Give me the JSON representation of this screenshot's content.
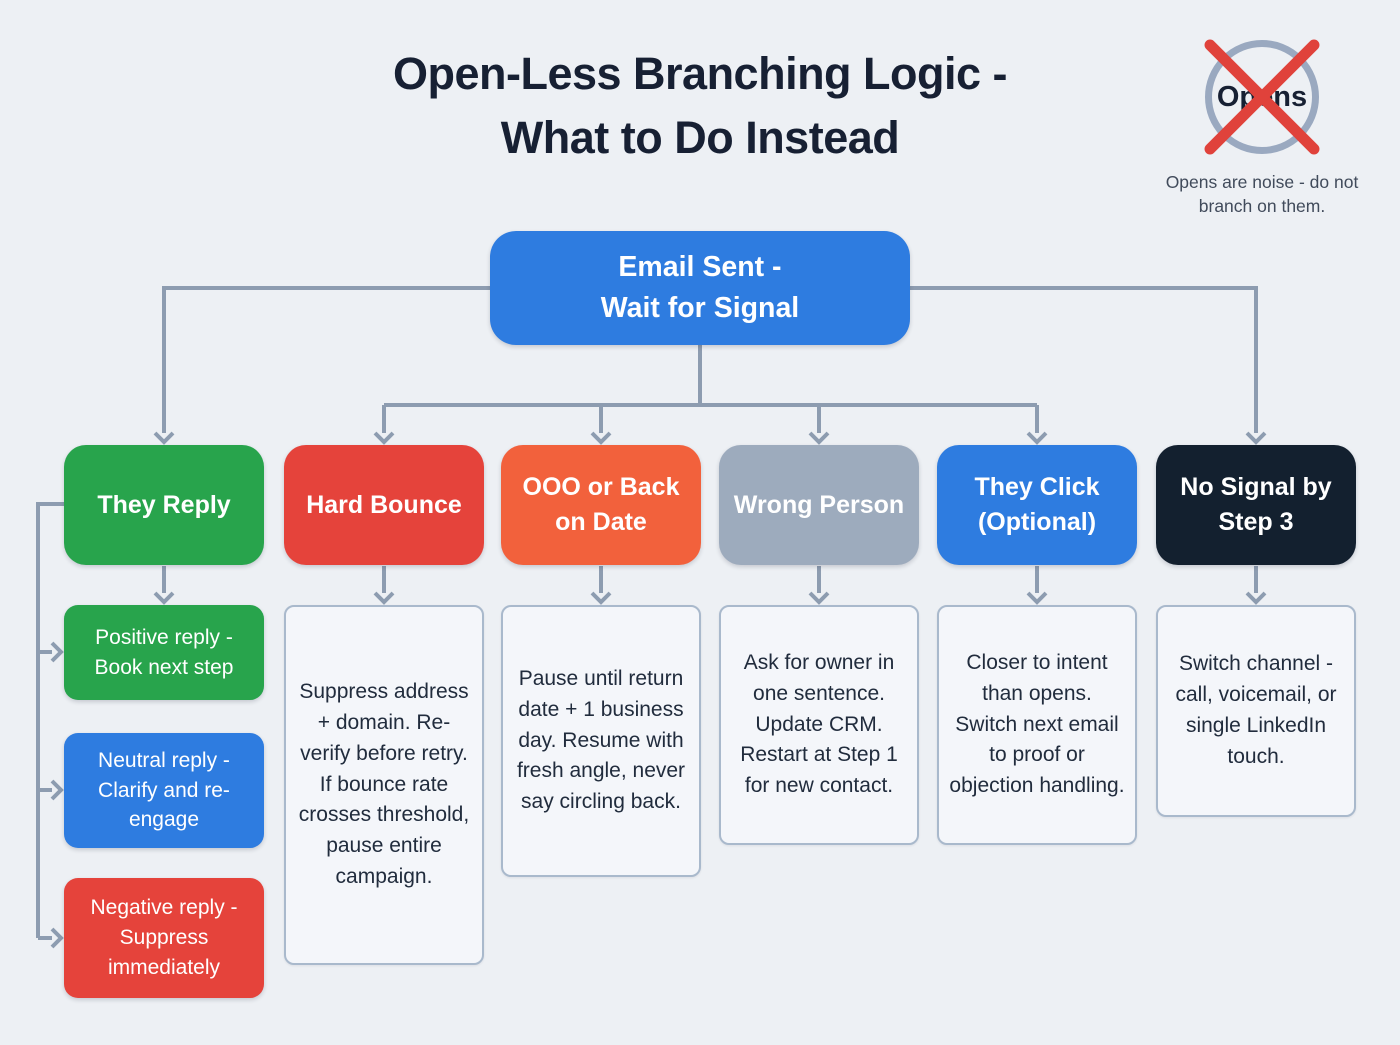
{
  "title": {
    "line1": "Open-Less Branching Logic -",
    "line2": "What to Do Instead"
  },
  "opens_badge": {
    "label": "Opens",
    "caption": "Opens are noise - do not branch on them."
  },
  "root": {
    "line1": "Email Sent -",
    "line2": "Wait for Signal"
  },
  "branches": [
    {
      "label": "They Reply",
      "color": "#28a44c",
      "children": [
        {
          "label": "Positive reply - Book next step",
          "color": "#28a44c"
        },
        {
          "label": "Neutral reply - Clarify and re-engage",
          "color": "#2e7ce0"
        },
        {
          "label": "Negative reply - Suppress immediately",
          "color": "#e5433b"
        }
      ]
    },
    {
      "label": "Hard Bounce",
      "color": "#e5433b",
      "description": "Suppress address + domain. Re-verify before retry. If bounce rate crosses threshold, pause entire campaign."
    },
    {
      "label": "OOO or Back on Date",
      "color": "#f2613c",
      "description": "Pause until return date + 1 business day. Resume with fresh angle, never say circling back."
    },
    {
      "label": "Wrong Person",
      "color": "#9dabbd",
      "description": "Ask for owner in one sentence. Update CRM. Restart at Step 1 for new contact."
    },
    {
      "label": "They Click (Optional)",
      "color": "#2e7ce0",
      "description": "Closer to intent than opens. Switch next email to proof or objection handling."
    },
    {
      "label": "No Signal by Step 3",
      "color": "#13202f",
      "description": "Switch channel - call, voicemail, or single LinkedIn touch."
    }
  ],
  "palette": {
    "canvas_bg": "#edf0f4",
    "title_text": "#172033",
    "connector": "#8d9cb0",
    "desc_bg": "#f4f6fa",
    "desc_border": "#a9b9cc",
    "desc_text": "#212c3d",
    "node_text": "#ffffff",
    "cross_red": "#e0423b",
    "circle_gray": "#9aa9c0"
  }
}
